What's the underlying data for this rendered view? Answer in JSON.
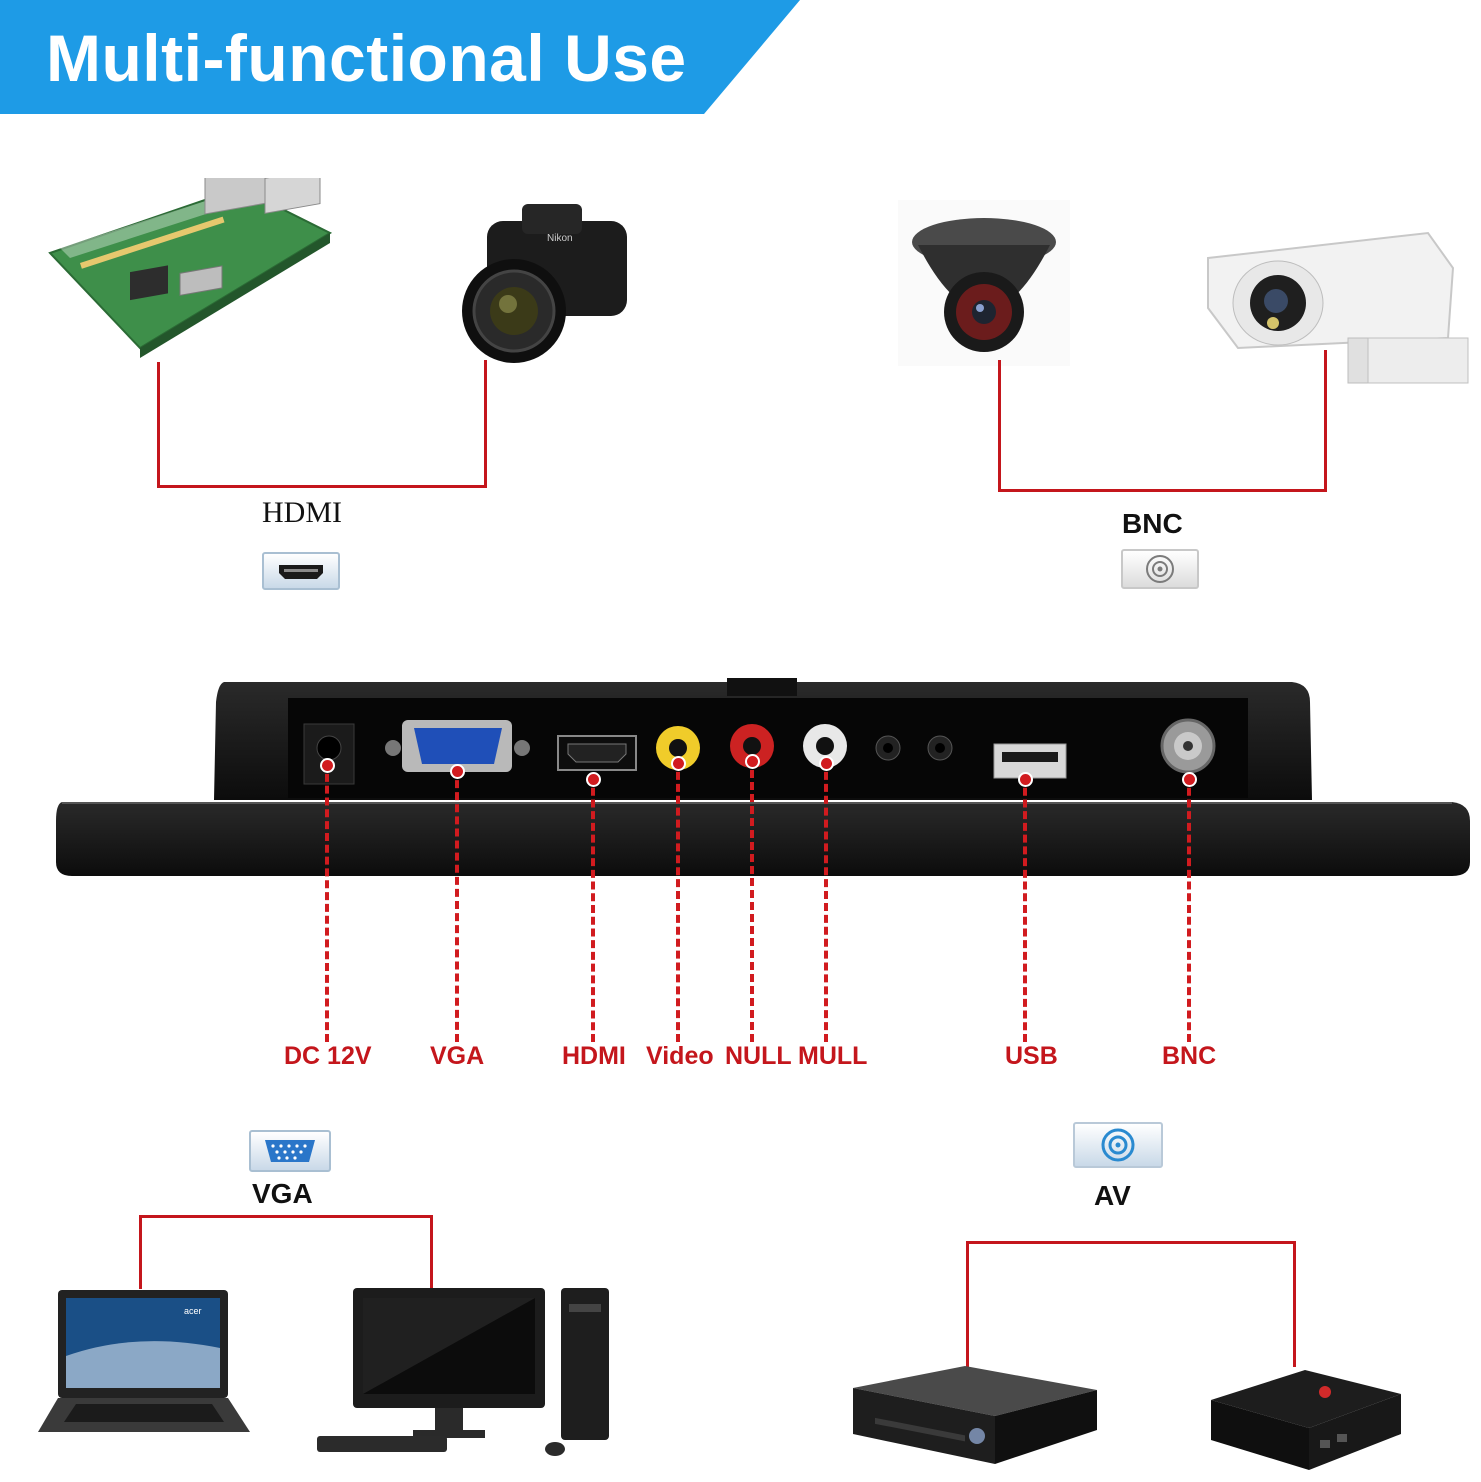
{
  "banner": {
    "title": "Multi-functional Use"
  },
  "top_left": {
    "label": "HDMI",
    "icon": "hdmi-port-icon",
    "devices": [
      "raspberry-pi-board",
      "dslr-camera"
    ]
  },
  "top_right": {
    "label": "BNC",
    "icon": "bnc-port-icon",
    "devices": [
      "dome-security-camera",
      "bullet-security-camera"
    ]
  },
  "ports": [
    {
      "label": "DC 12V"
    },
    {
      "label": "VGA"
    },
    {
      "label": "HDMI"
    },
    {
      "label": "Video"
    },
    {
      "label": "NULL"
    },
    {
      "label": "MULL"
    },
    {
      "label": "USB"
    },
    {
      "label": "BNC"
    }
  ],
  "bottom_left": {
    "label": "VGA",
    "icon": "vga-port-icon",
    "devices": [
      "laptop",
      "desktop-pc"
    ]
  },
  "bottom_right": {
    "label": "AV",
    "icon": "av-port-icon",
    "devices": [
      "dvd-player",
      "tv-box"
    ]
  },
  "colors": {
    "banner": "#1e9be6",
    "connector_line": "#c4161c",
    "port_label": "#c4161c"
  }
}
